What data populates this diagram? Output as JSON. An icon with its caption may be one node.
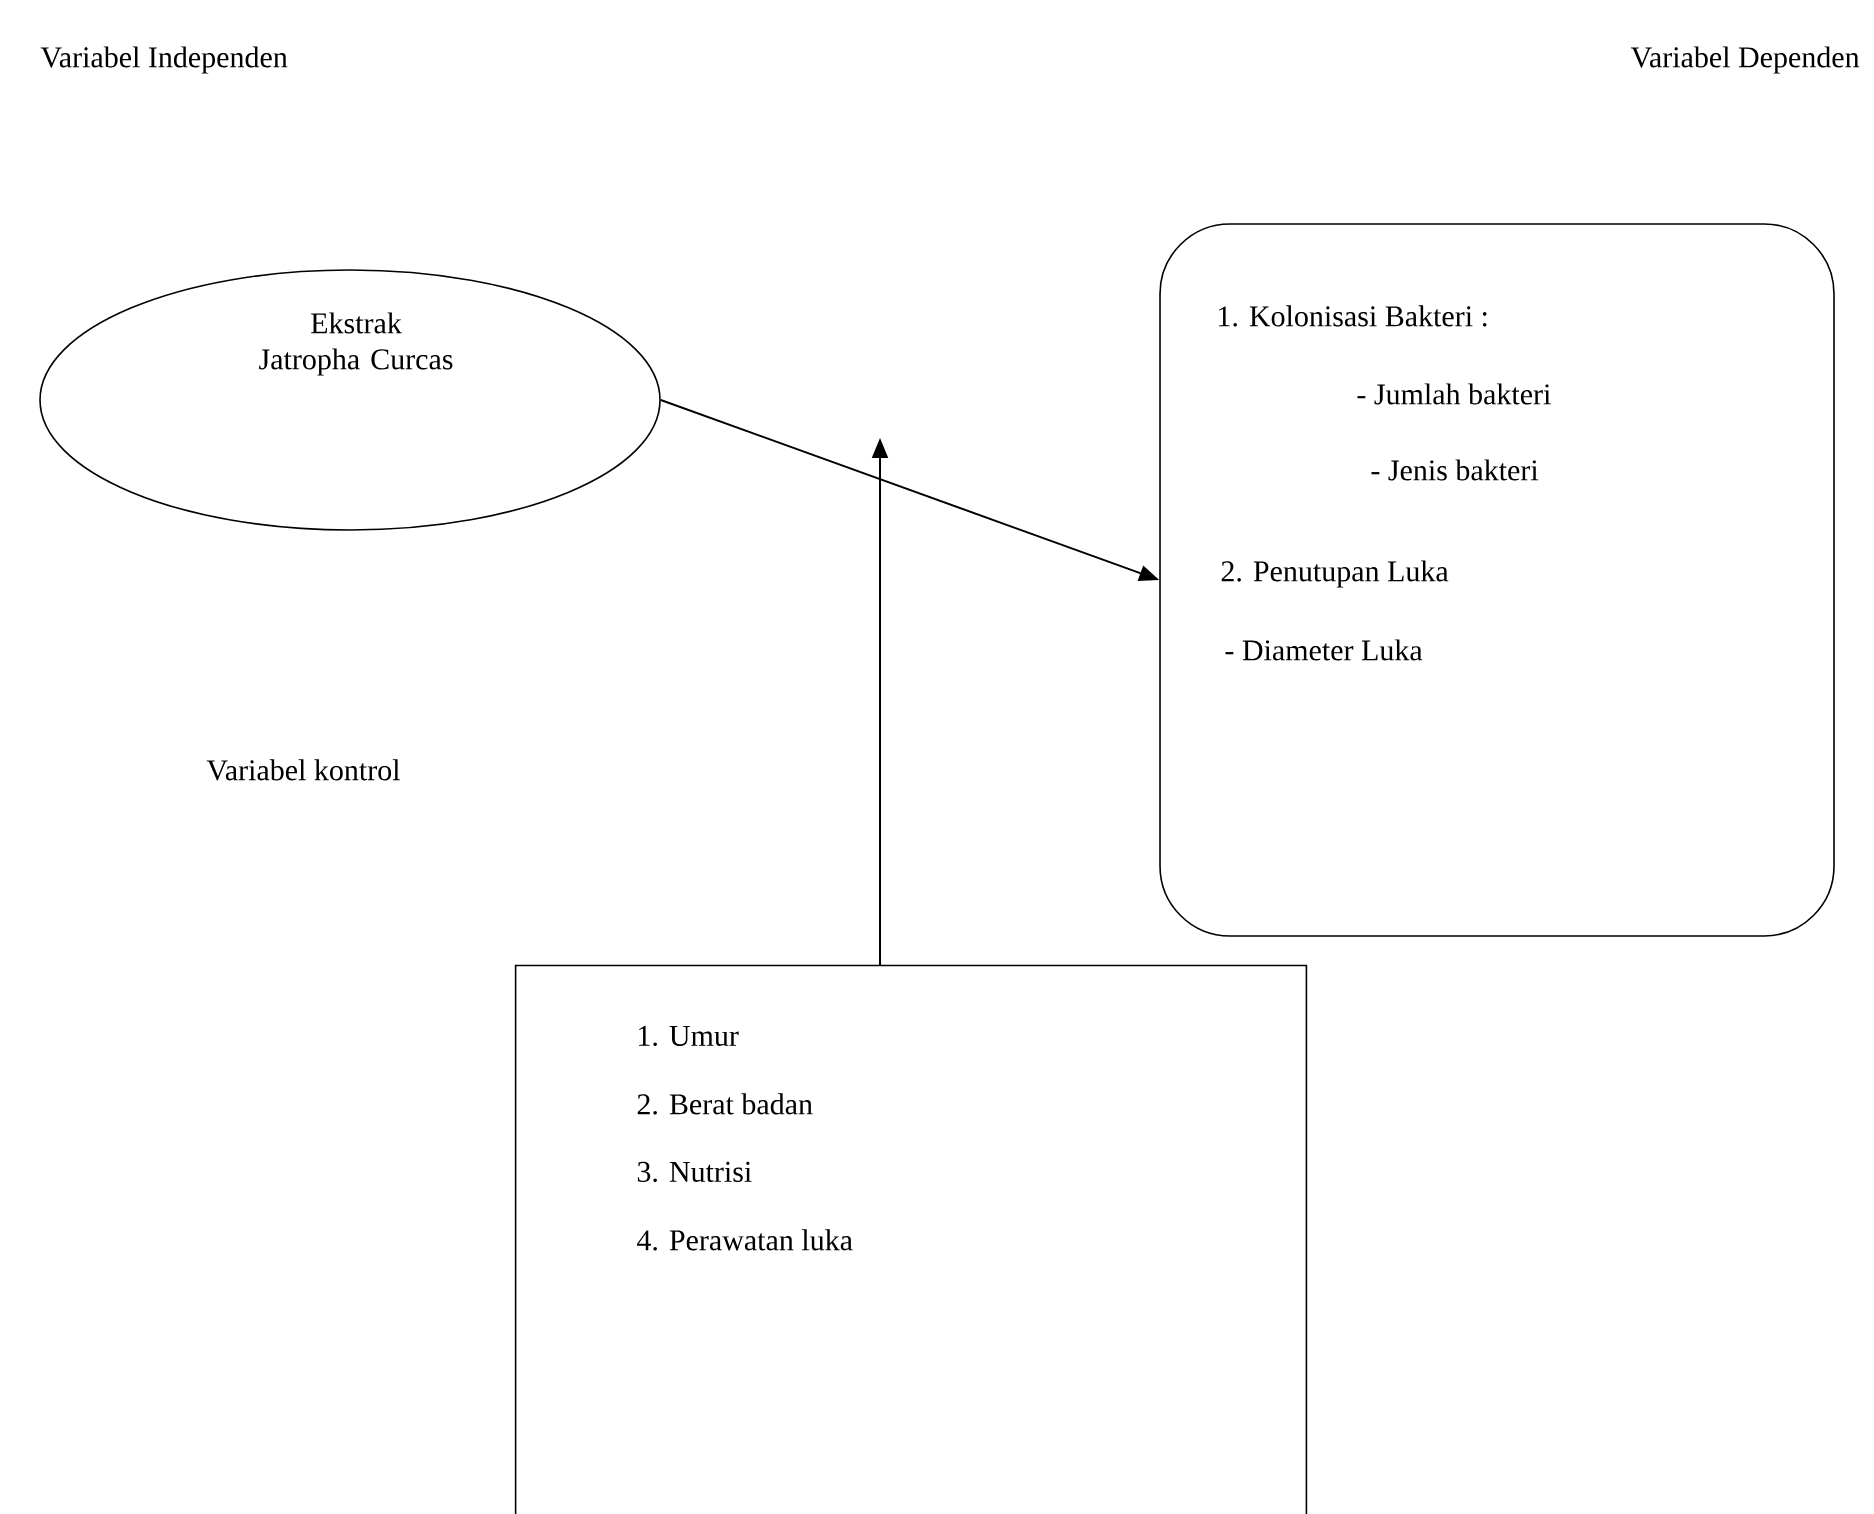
{
  "diagram": {
    "nodes": [
      {
        "text": [
          "Ekstrak Jatropha Curcas"
        ]
      },
      {
        "text": [
          "1. Kolonisasi Bakteri :",
          "- Jumlah bakteri",
          "- Jenis bakteri",
          "2. Penutupan Luka",
          "- Diameter Luka"
        ]
      },
      {
        "text": [
          "1. Umur",
          "2. Berat badan",
          "3. Nutrisi",
          "4. Perawatan luka"
        ]
      }
    ],
    "edges": [
      {
        "from": 0,
        "to": 1,
        "arrow": "to"
      },
      {
        "from": 2,
        "to": null,
        "arrow": "to"
      }
    ],
    "labels": [
      "Variabel Independen",
      "Variabel Dependen",
      "Variabel kontrol"
    ]
  }
}
